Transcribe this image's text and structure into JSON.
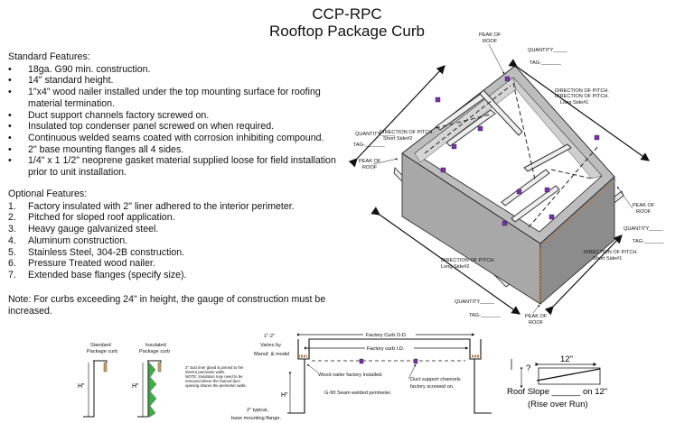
{
  "header": {
    "title": "CCP-RPC",
    "subtitle": "Rooftop Package Curb"
  },
  "standard": {
    "heading": "Standard Features:",
    "items": [
      "18ga. G90 min. construction.",
      "14\" standard height.",
      "1\"x4\" wood nailer installed under the top mounting surface for roofing material termination.",
      "Duct support channels factory screwed on.",
      "Insulated top condenser panel screwed on when required.",
      "Continuous welded seams coated with corrosion inhibiting compound.",
      "2\" base mounting flanges all 4 sides.",
      "1/4\" x 1 1/2\" neoprene gasket material supplied loose for field installation prior to unit installation."
    ]
  },
  "optional": {
    "heading": "Optional Features:",
    "items": [
      {
        "num": "1.",
        "text": "Factory insulated with 2\" liner adhered to the interior perimeter."
      },
      {
        "num": "2.",
        "text": "Pitched for sloped roof application."
      },
      {
        "num": "3.",
        "text": "Heavy gauge galvanized steel."
      },
      {
        "num": "4.",
        "text": "Aluminum construction."
      },
      {
        "num": "5.",
        "text": "Stainless Steel, 304-2B construction."
      },
      {
        "num": "6.",
        "text": "Pressure Treated wood nailer."
      },
      {
        "num": "7.",
        "text": "Extended base flanges (specify size)."
      }
    ]
  },
  "note": "Note: For curbs exceeding 24\" in height, the gauge of construction must be increased.",
  "iso": {
    "peak": [
      "PEAK OF",
      "ROOF"
    ],
    "quantity": "QUANTITY_____",
    "tag": "TAG-_______",
    "dir_pitch": "DIRECTION OF PITCH.",
    "short_side_2": "Short Side#2",
    "short_side_1": "Short Side#1",
    "long_side_1": "Long Side#1",
    "long_side_2": "Long Side#2"
  },
  "details": {
    "standard_label": [
      "Standard",
      "Package curb"
    ],
    "insulated_label": [
      "Insulated",
      "Package curb"
    ],
    "h_mark": "H\"",
    "liner_note": [
      "2\" duct liner glued & pinned to the",
      "interior perimeter walls.",
      "NOTE: Insulation may need to be",
      "removed where the framed duct",
      "opening shares the perimeter walls."
    ],
    "varies": [
      "1\"-2\"",
      "Varies by",
      "Manuf. & model"
    ],
    "curb_od": "Factory Curb O.D.",
    "curb_id": "Factory curb I.D.",
    "nailer": "Wood nailer factory installed.",
    "weld": "G-90 Seam welded perimeter.",
    "duct": [
      "Duct support channels",
      "factory screwed on."
    ],
    "base_flange": [
      "2\" typical,",
      "base mounting flange."
    ],
    "slope_12": "12\"",
    "slope_q": "?",
    "slope_label": "Roof Slope ______ on 12\"",
    "slope_sub": "(Rise over Run)"
  }
}
